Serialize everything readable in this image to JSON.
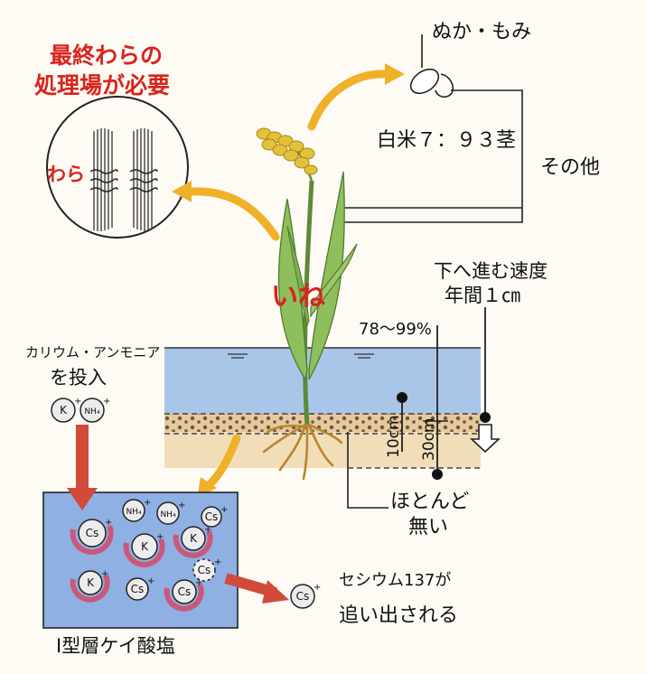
{
  "colors": {
    "red": "#d8241e",
    "water": "#a9c6e8",
    "soil": "#e6c99c",
    "silicate_box": "#8fb0e2",
    "arrow_yellow": "#f0b12a",
    "plant_green": "#8fbf5d"
  },
  "labels": {
    "straw_need_1": "最終わらの",
    "straw_need_2": "処理場が必要",
    "straw": "わら",
    "husk": "ぬか・もみ",
    "rice_ratio": "白米７：９３茎",
    "rice_other": "その他",
    "rice_plant": "いね",
    "speed_1": "下へ進む速度",
    "speed_2": "年間１㎝",
    "water_pct": "78～99%",
    "fert_1": "カリウム・アンモニア",
    "fert_2": "を投入",
    "depth_10": "10cm",
    "depth_30": "30cm",
    "almost_1": "ほとんど",
    "almost_2": "無い",
    "cs_1": "セシウム137が",
    "cs_2": "追い出される",
    "silicate": "I型層ケイ酸塩"
  },
  "ions": {
    "k": "K",
    "k_sup": "+",
    "nh4": "NH₄",
    "nh4_sup": "+",
    "cs": "Cs",
    "cs_sup": "+"
  },
  "icons": [
    "straw-bundle-icon",
    "rice-grain-icon",
    "rice-plant-icon",
    "down-arrow-icon"
  ]
}
